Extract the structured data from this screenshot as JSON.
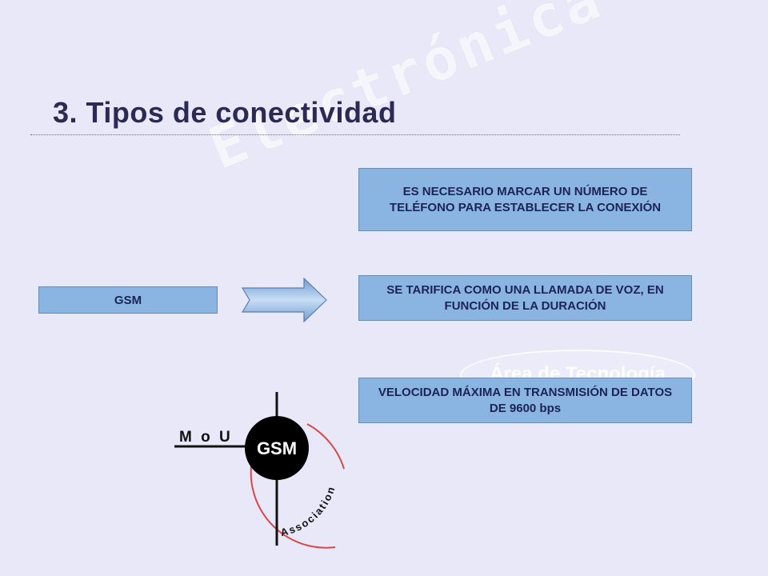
{
  "watermark": {
    "text": "Electrónica D",
    "area": "Área de Tecnología"
  },
  "title": "3. Tipos de conectividad",
  "gsm_label": "GSM",
  "items": [
    "ES NECESARIO MARCAR UN NÚMERO DE TELÉFONO PARA ESTABLECER LA CONEXIÓN",
    "SE TARIFICA COMO UNA LLAMADA DE VOZ, EN FUNCIÓN DE LA DURACIÓN",
    "VELOCIDAD MÁXIMA EN TRANSMISIÓN DE DATOS DE 9600 bps"
  ],
  "logo": {
    "left_text": "M o U",
    "center_text": "GSM",
    "arc_text": "Association"
  },
  "colors": {
    "background": "#e8e8f8",
    "box_fill": "#8ab4e2",
    "text": "#1c2456",
    "arc": "#d64a4a"
  }
}
